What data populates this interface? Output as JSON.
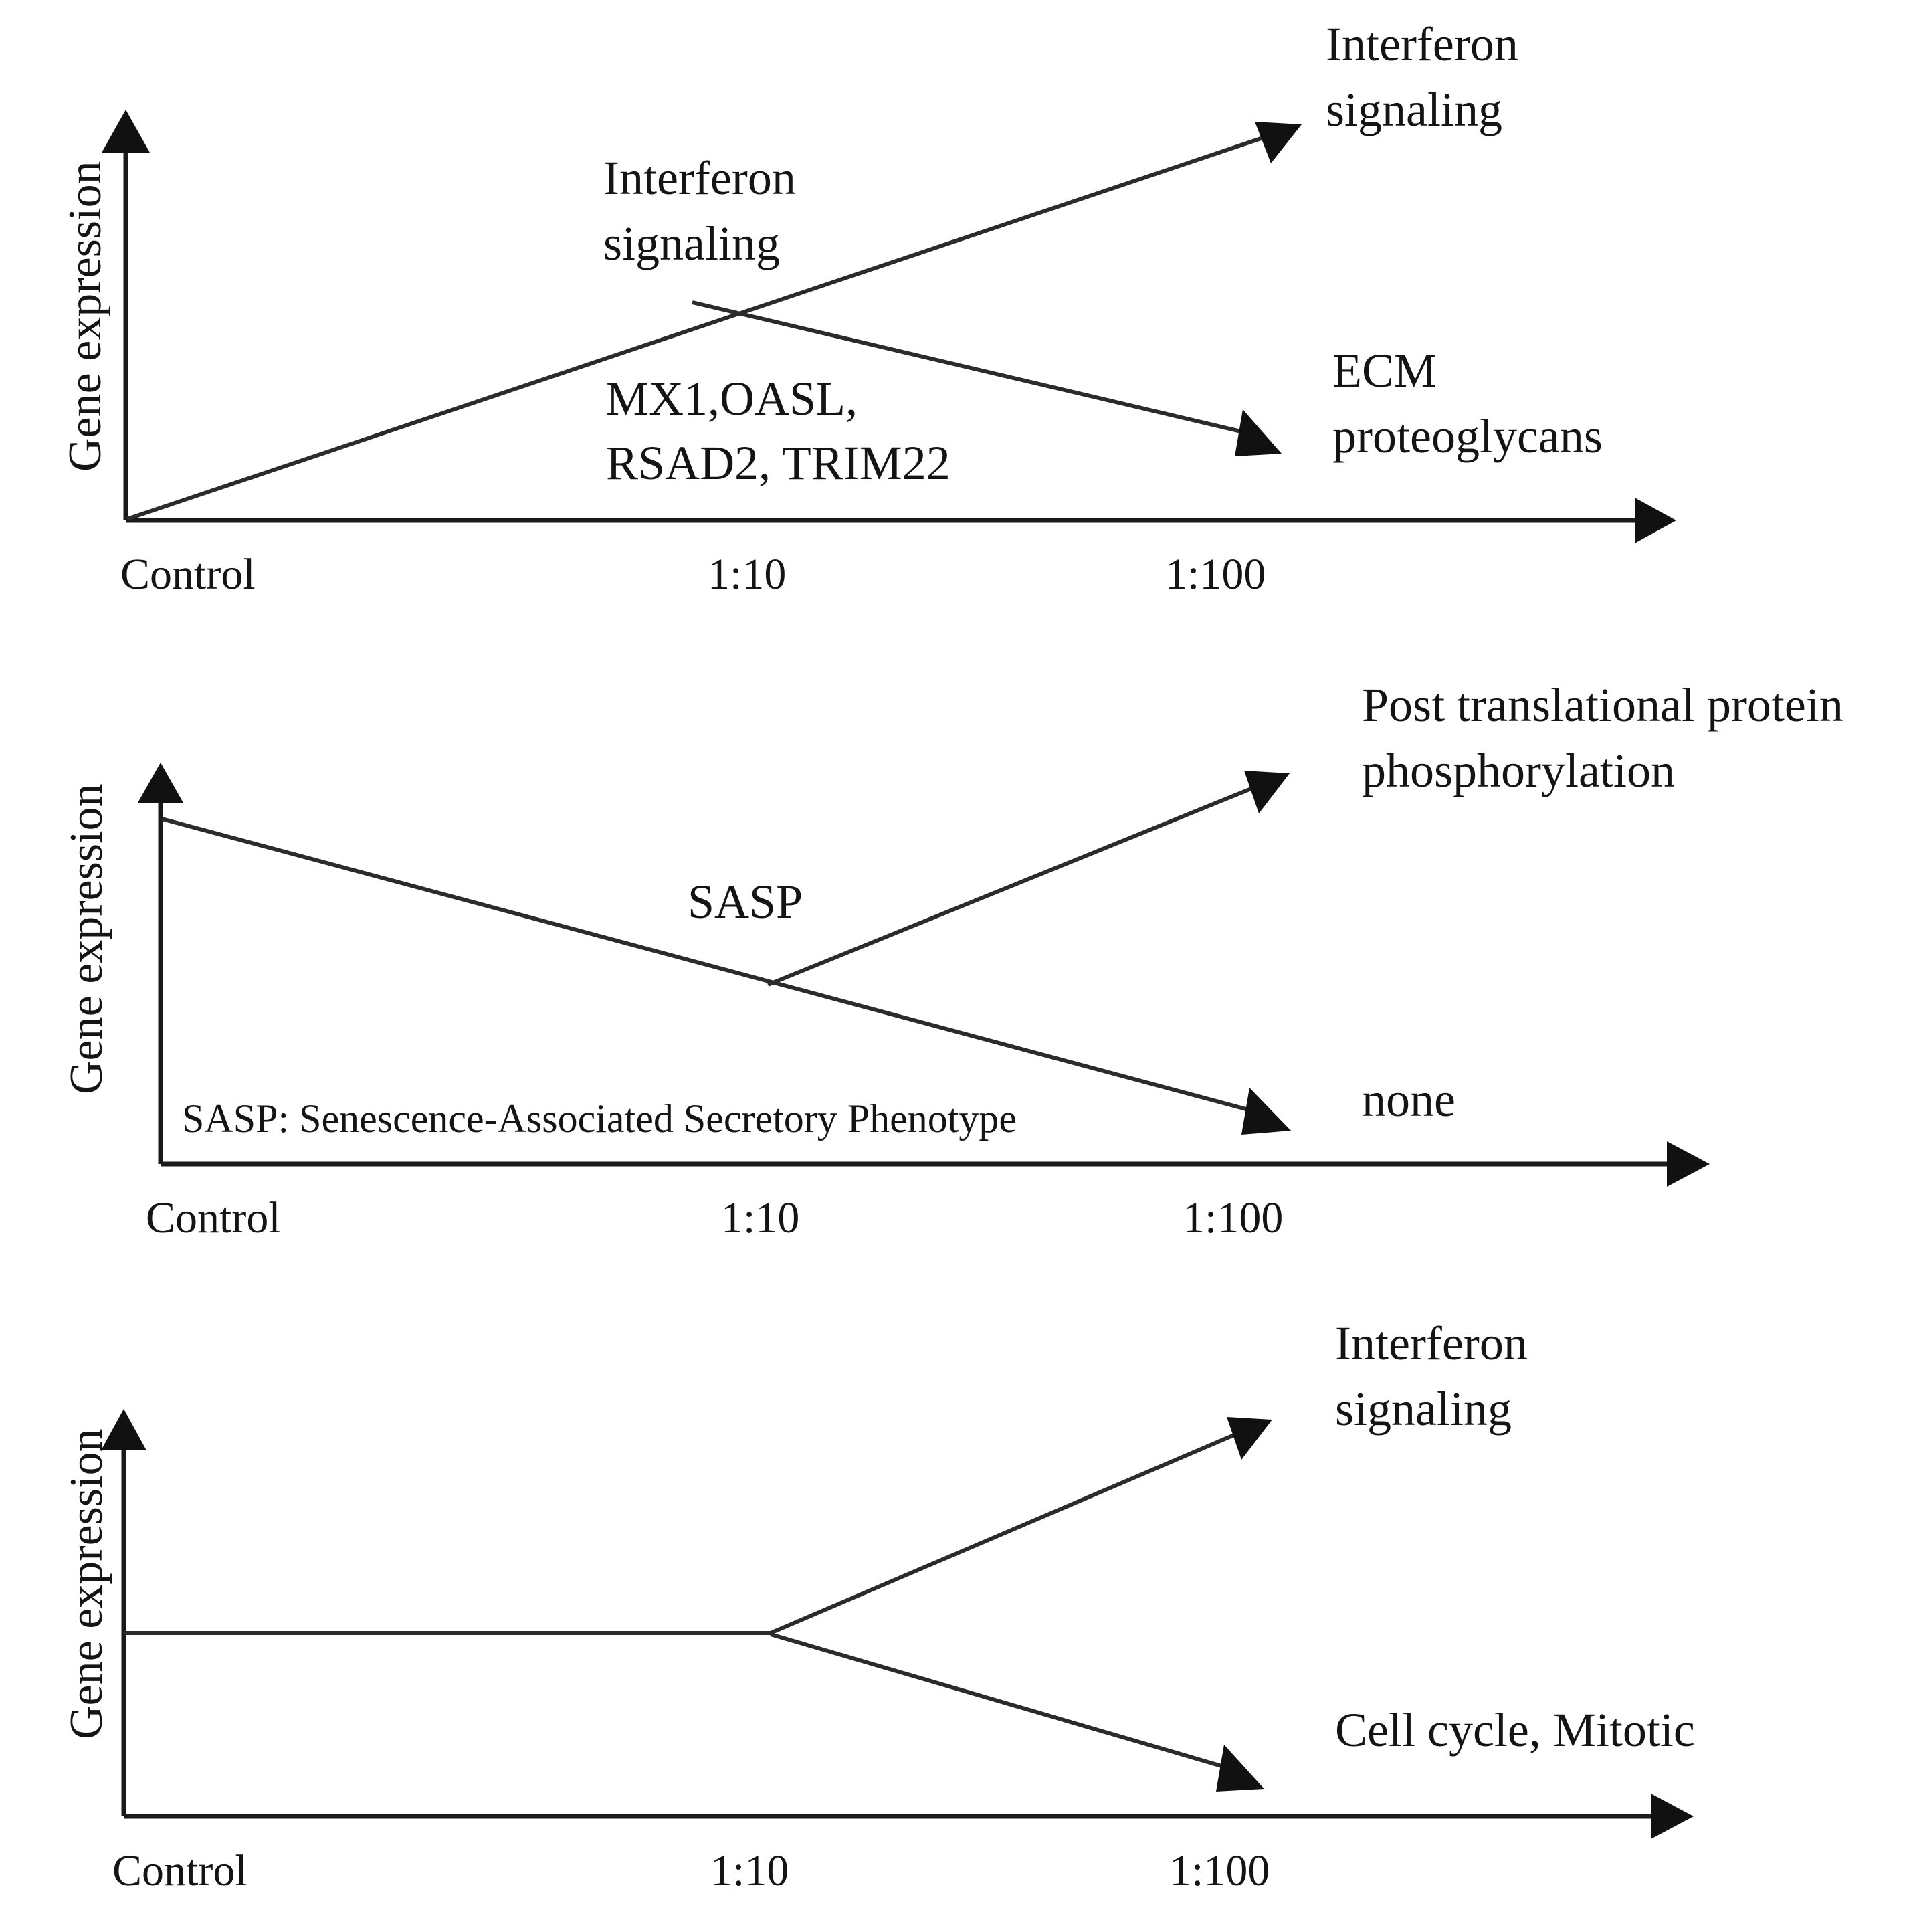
{
  "figure": {
    "axis_title_y": "Gene expression",
    "tick_labels": [
      "Control",
      "1:10",
      "1:100"
    ],
    "ink_color": "#111111"
  },
  "panels": [
    {
      "id": "panel-1",
      "y_axis_label": "Gene expression",
      "x_ticks": [
        "Control",
        "1:10",
        "1:100"
      ],
      "inner_annotation": "Interferon\nsignaling",
      "inner_annotation_line1": "Interferon",
      "inner_annotation_line2": "signaling",
      "gene_list_line1": "MX1,OASL,",
      "gene_list_line2": "RSAD2, TRIM22",
      "end_label_up_line1": "Interferon",
      "end_label_up_line2": "signaling",
      "end_label_down_line1": "ECM",
      "end_label_down_line2": "proteoglycans"
    },
    {
      "id": "panel-2",
      "y_axis_label": "Gene expression",
      "x_ticks": [
        "Control",
        "1:10",
        "1:100"
      ],
      "inner_annotation": "SASP",
      "legend_note": "SASP: Senescence-Associated Secretory Phenotype",
      "end_label_up_line1": "Post translational protein",
      "end_label_up_line2": "phosphorylation",
      "end_label_down": "none"
    },
    {
      "id": "panel-3",
      "y_axis_label": "Gene expression",
      "x_ticks": [
        "Control",
        "1:10",
        "1:100"
      ],
      "end_label_up_line1": "Interferon",
      "end_label_up_line2": "signaling",
      "end_label_down": "Cell cycle, Mitotic"
    }
  ],
  "chart_data": [
    {
      "type": "line",
      "title": "Panel 1 - dose-dependent divergence",
      "xlabel": "",
      "ylabel": "Gene expression",
      "categories": [
        "Control",
        "1:10",
        "1:100"
      ],
      "grid": false,
      "legend_position": "inline-endpoint",
      "annotations": [
        "Interferon signaling",
        "MX1,OASL, RSAD2, TRIM22"
      ],
      "series": [
        {
          "name": "Interferon signaling",
          "x": [
            "Control",
            "1:10",
            "1:100"
          ],
          "values": [
            0,
            50,
            100
          ],
          "direction": "up"
        },
        {
          "name": "ECM proteoglycans",
          "x": [
            "1:10",
            "1:100"
          ],
          "values": [
            50,
            22
          ],
          "direction": "down"
        }
      ]
    },
    {
      "type": "line",
      "title": "Panel 2 - SASP decline and divergence",
      "xlabel": "",
      "ylabel": "Gene expression",
      "categories": [
        "Control",
        "1:10",
        "1:100"
      ],
      "grid": false,
      "legend_position": "inline-endpoint",
      "annotations": [
        "SASP",
        "SASP: Senescence-Associated Secretory Phenotype"
      ],
      "series": [
        {
          "name": "none",
          "x": [
            "Control",
            "1:10",
            "1:100"
          ],
          "values": [
            100,
            52,
            8
          ],
          "direction": "down"
        },
        {
          "name": "Post translational protein phosphorylation",
          "x": [
            "1:10",
            "1:100"
          ],
          "values": [
            52,
            100
          ],
          "direction": "up"
        }
      ]
    },
    {
      "type": "line",
      "title": "Panel 3 - flat then bifurcation",
      "xlabel": "",
      "ylabel": "Gene expression",
      "categories": [
        "Control",
        "1:10",
        "1:100"
      ],
      "grid": false,
      "legend_position": "inline-endpoint",
      "annotations": [],
      "series": [
        {
          "name": "Interferon signaling",
          "x": [
            "Control",
            "1:10",
            "1:100"
          ],
          "values": [
            50,
            50,
            100
          ],
          "direction": "up"
        },
        {
          "name": "Cell cycle, Mitotic",
          "x": [
            "Control",
            "1:10",
            "1:100"
          ],
          "values": [
            50,
            50,
            8
          ],
          "direction": "down"
        }
      ]
    }
  ]
}
